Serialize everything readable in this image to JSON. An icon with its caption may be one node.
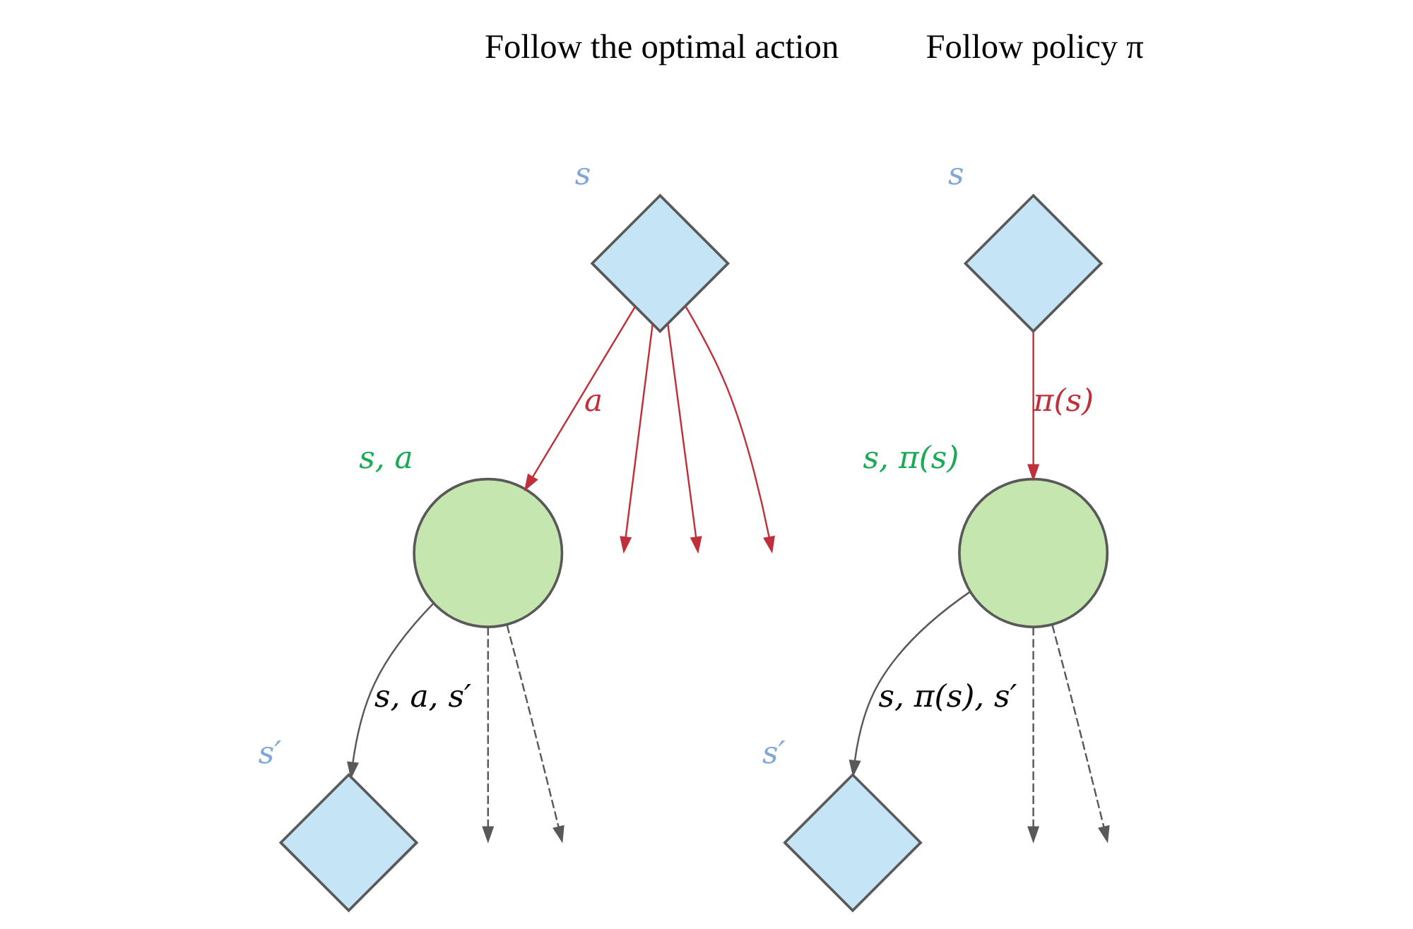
{
  "diagram": {
    "nodes": [
      {
        "text": [],
        "shape": "diamond",
        "beside": [
          "s"
        ]
      },
      {
        "text": [],
        "shape": "circle",
        "beside": [
          "s, a"
        ]
      },
      {
        "text": [],
        "shape": "diamond",
        "beside": [
          "s′"
        ]
      },
      {
        "text": [],
        "shape": "diamond",
        "beside": [
          "s"
        ]
      },
      {
        "text": [],
        "shape": "circle",
        "beside": [
          "s, π(s)"
        ]
      },
      {
        "text": [],
        "shape": "diamond",
        "beside": [
          "s′"
        ]
      }
    ],
    "edges": [
      {
        "from": 0,
        "to": null,
        "arrow": "to",
        "color": "#c0303a"
      },
      {
        "from": 0,
        "to": 1,
        "arrow": "to",
        "label": "a",
        "color": "#c0303a"
      },
      {
        "from": 0,
        "to": null,
        "arrow": "to",
        "color": "#c0303a"
      },
      {
        "from": 0,
        "to": null,
        "arrow": "to",
        "color": "#c0303a"
      },
      {
        "from": 1,
        "to": null,
        "arrow": "to",
        "style": "dashed"
      },
      {
        "from": 1,
        "to": 2,
        "arrow": "to",
        "label": "s, a, s′"
      },
      {
        "from": 1,
        "to": null,
        "arrow": "to",
        "style": "dashed"
      },
      {
        "from": 3,
        "to": 4,
        "arrow": "to",
        "label": "π(s)",
        "color": "#c0303a"
      },
      {
        "from": 4,
        "to": null,
        "arrow": "to",
        "style": "dashed"
      },
      {
        "from": 4,
        "to": 5,
        "arrow": "to",
        "label": "s, π(s), s′"
      },
      {
        "from": 4,
        "to": null,
        "arrow": "to",
        "style": "dashed"
      }
    ],
    "labels": [
      "Follow the optimal action",
      "Follow policy π"
    ]
  }
}
